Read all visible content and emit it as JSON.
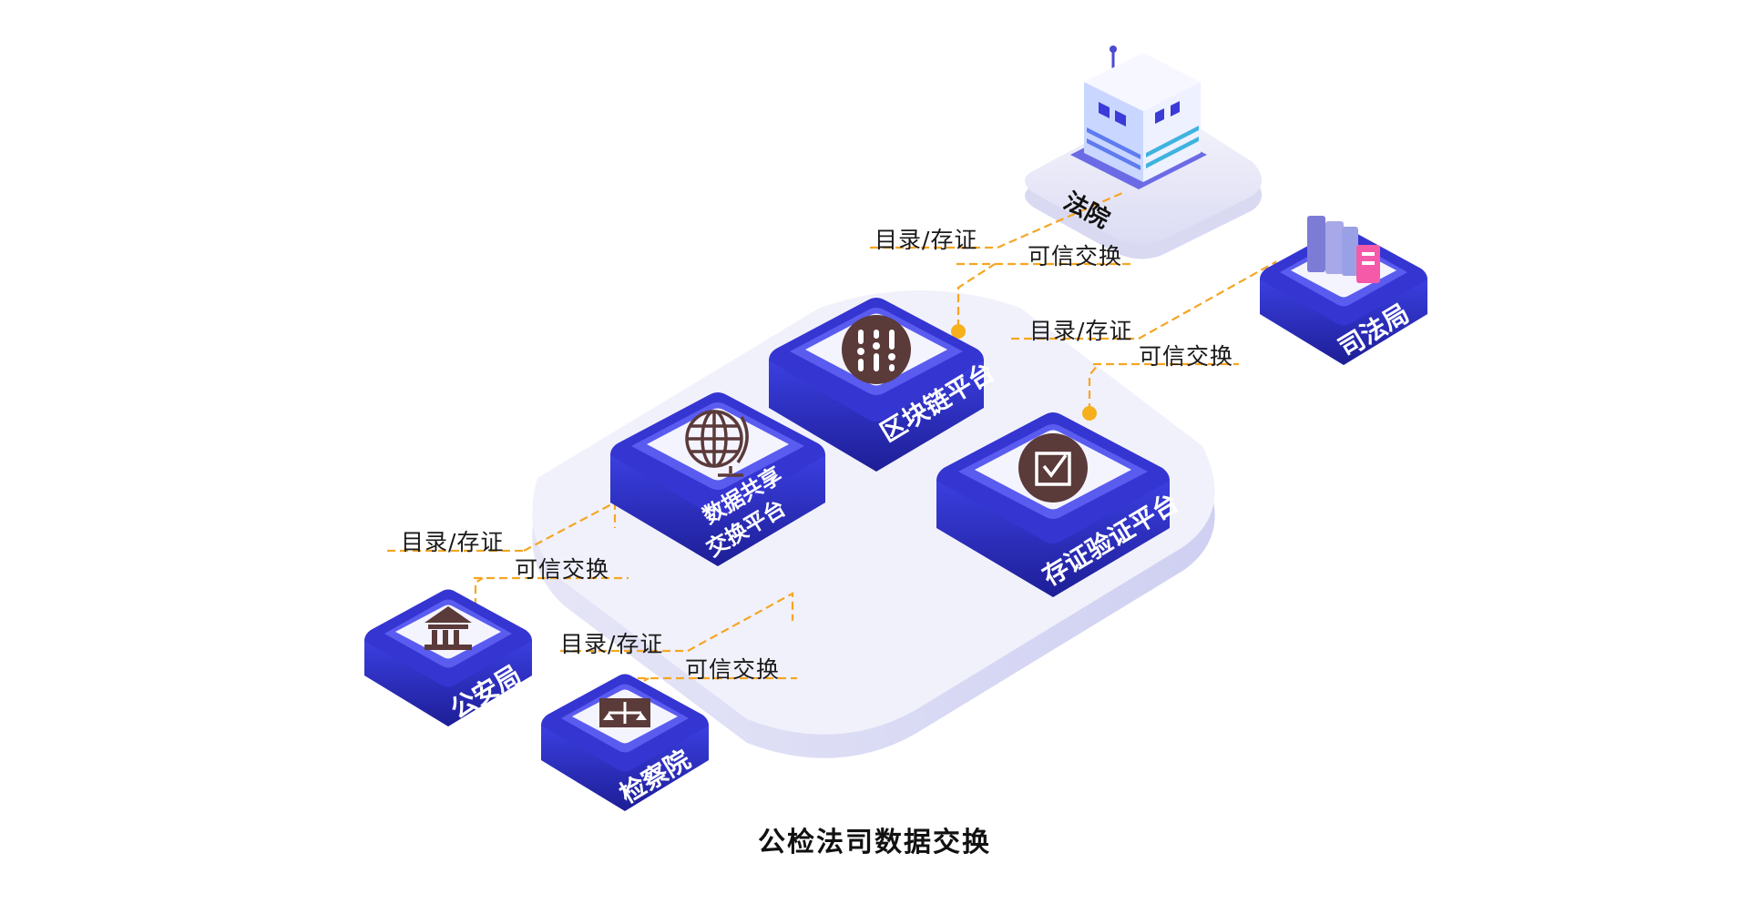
{
  "title": "公检法司数据交换",
  "platforms": {
    "blockchain": "区块链平台",
    "data_share_line1": "数据共享",
    "data_share_line2": "交换平台",
    "evidence_verify": "存证验证平台"
  },
  "nodes": {
    "court": "法院",
    "justice": "司法局",
    "police": "公安局",
    "procuratorate": "检察院"
  },
  "links": {
    "catalog_label": "目录/存证",
    "exchange_label": "可信交换"
  },
  "colors": {
    "brand_blue": "#3a3bd8",
    "dark_blue": "#1e1f9c",
    "platform_light": "#eeeefa",
    "link_orange": "#f5a623",
    "icon_brown": "#5b3a3a"
  }
}
